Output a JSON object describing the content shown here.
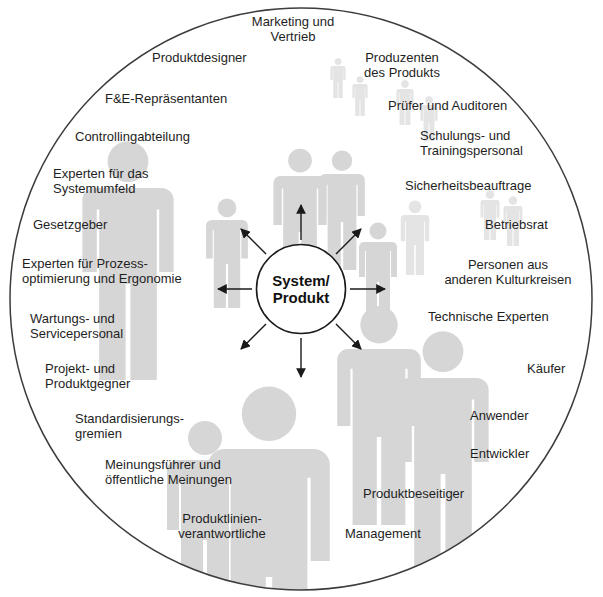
{
  "diagram": {
    "nodes": [
      {
        "text": [
          "System/ Produkt"
        ]
      }
    ],
    "labels": [
      "Marketing und Vertrieb",
      "Produktdesigner",
      "Produzenten des Produkts",
      "F&E-Repräsentanten",
      "Prüfer und Auditoren",
      "Controllingabteilung",
      "Schulungs- und Trainingspersonal",
      "Experten für das Systemumfeld",
      "Sicherheitsbeauftrage",
      "Gesetzgeber",
      "Betriebsrat",
      "Experten für Prozess- optimierung und Ergonomie",
      "Personen aus anderen Kulturkreisen",
      "Technische Experten",
      "Wartungs- und Servicepersonal",
      "Projekt- und Produktgegner",
      "Käufer",
      "Anwender",
      "Standardisierungs- gremien",
      "Entwickler",
      "Meinungsführer und öffentliche Meinungen",
      "Produktbeseitiger",
      "Produktlinien- verantwortliche",
      "Management"
    ]
  }
}
